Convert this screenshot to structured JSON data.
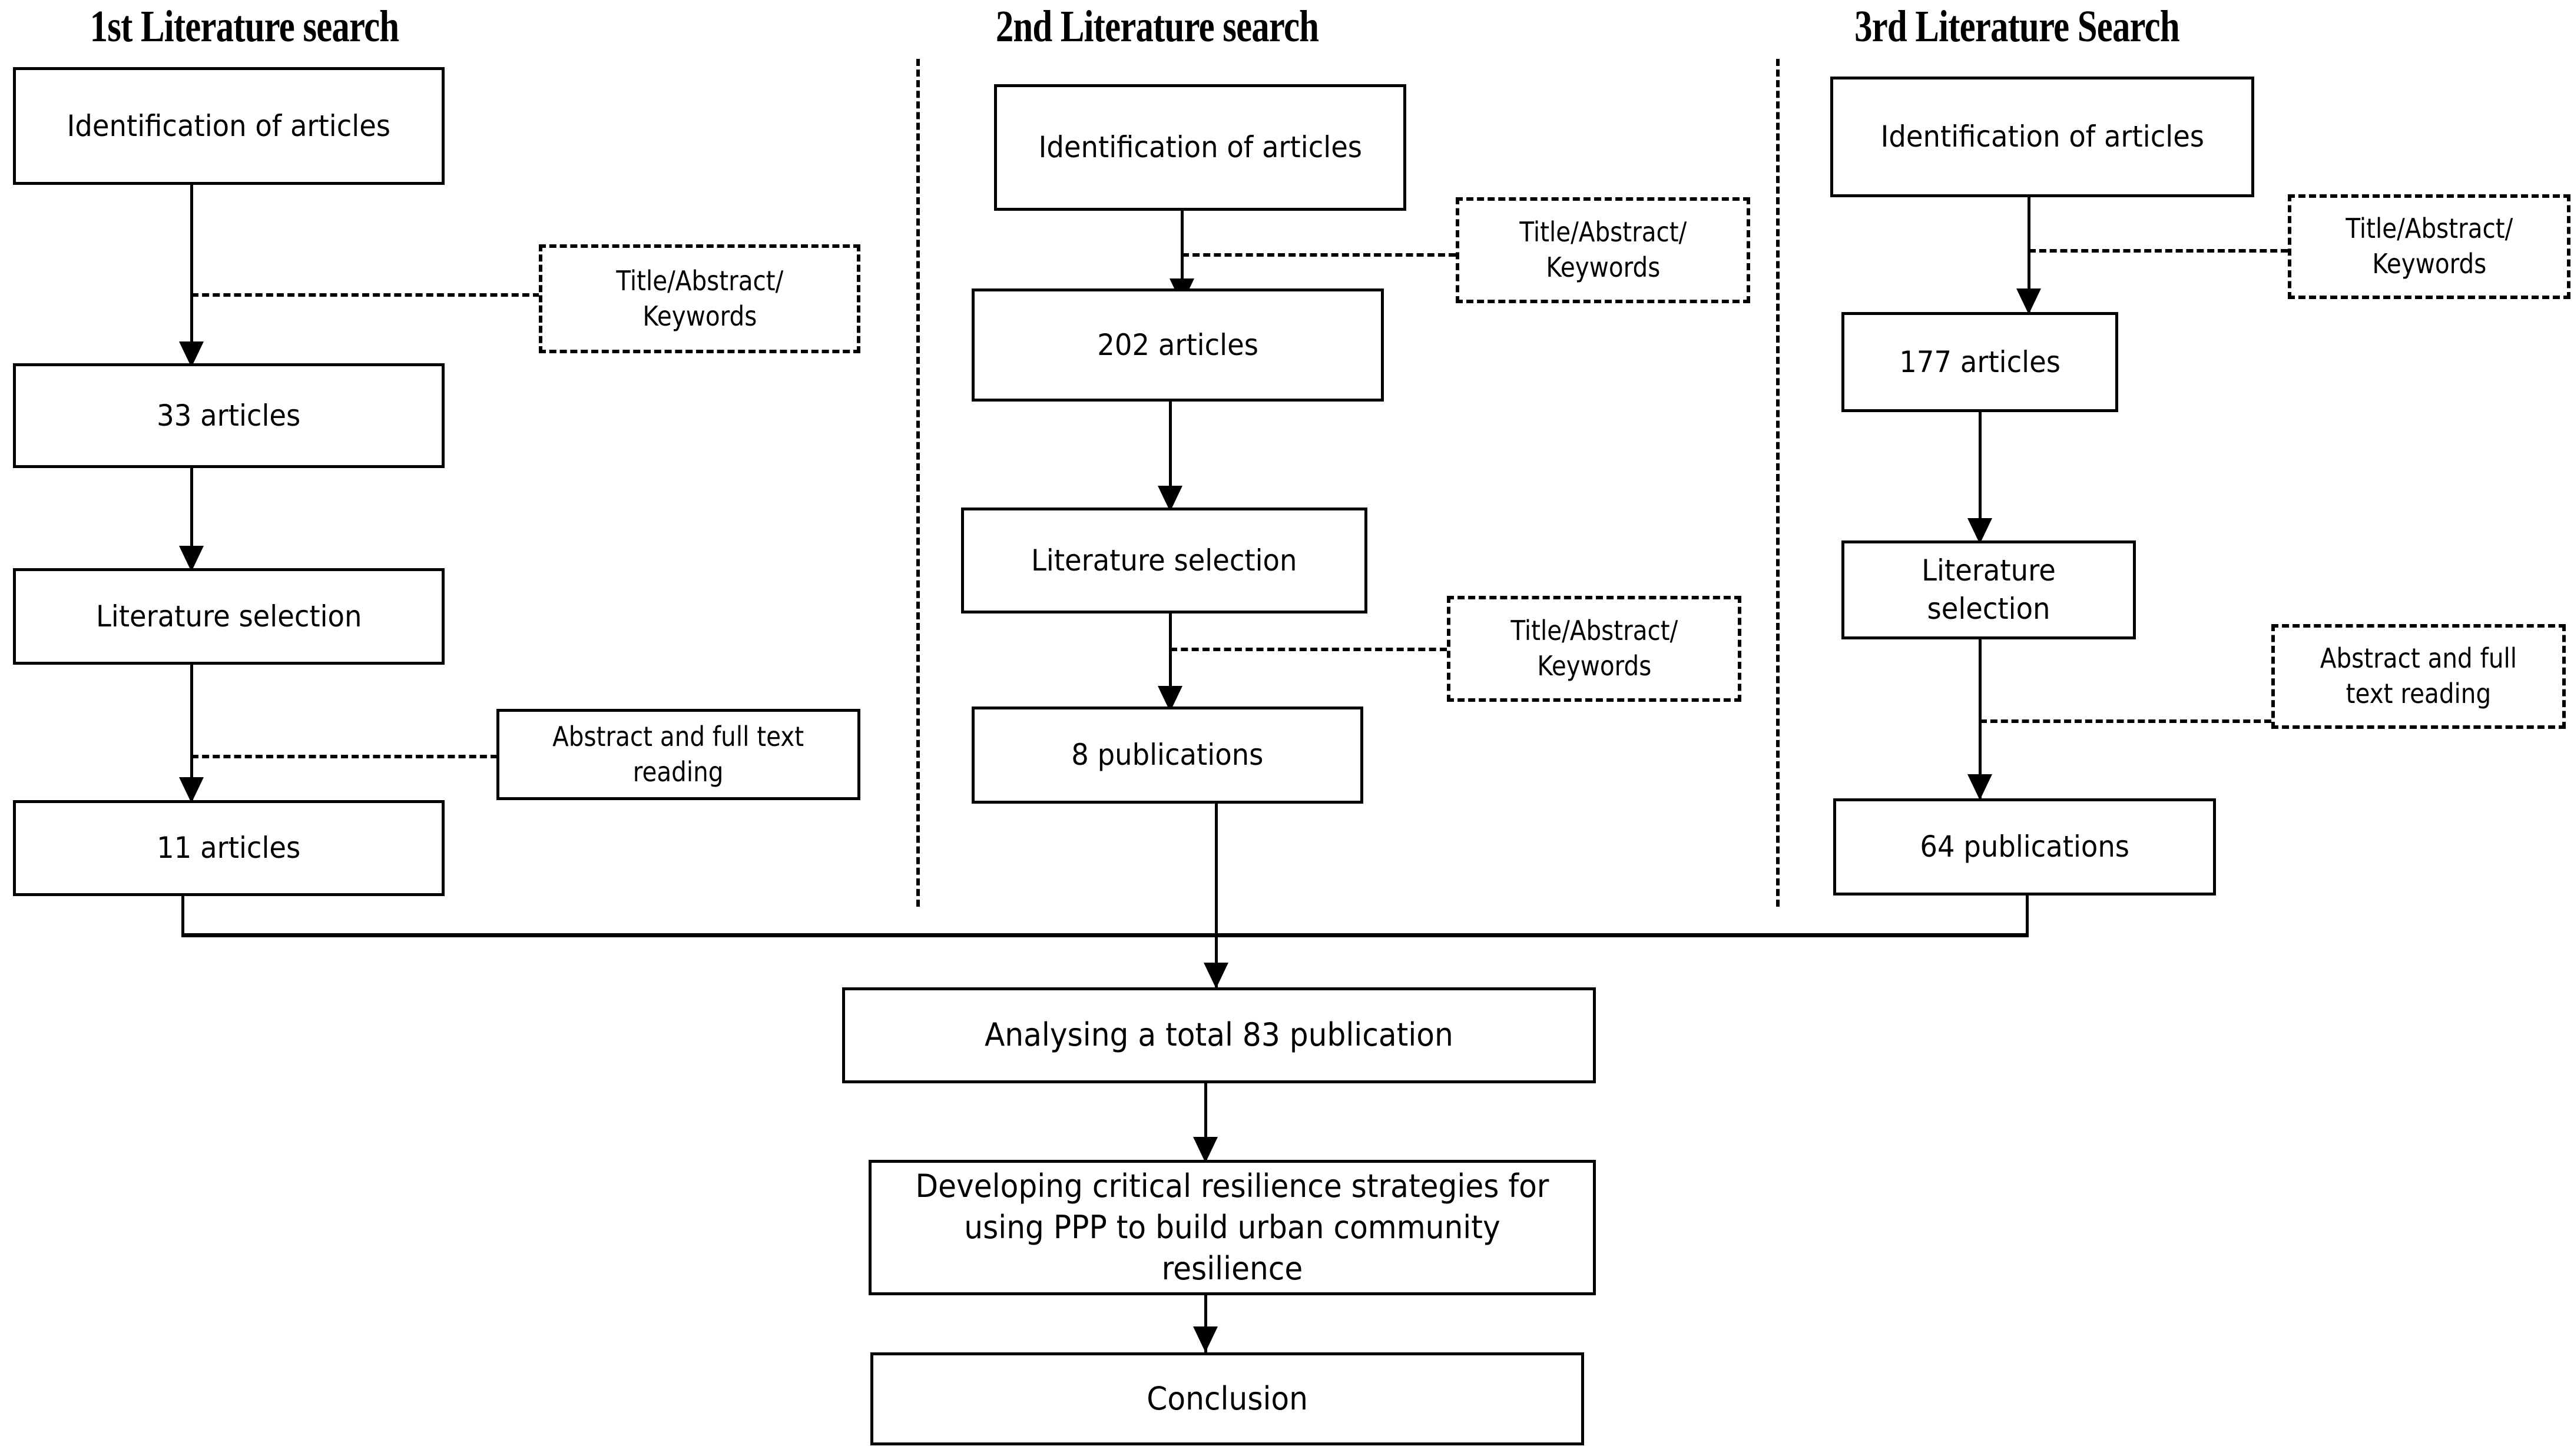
{
  "figure": {
    "type": "flowchart",
    "description": "PRISMA-style literature search flow diagram with three parallel literature searches merging into a combined analysis"
  },
  "columns": [
    {
      "id": "search-1",
      "title": "1st Literature search",
      "nodes": [
        {
          "id": "c1-identification",
          "label": "Identification of articles",
          "style": "solid"
        },
        {
          "id": "c1-articles",
          "label": "33 articles",
          "style": "solid"
        },
        {
          "id": "c1-selection",
          "label": "Literature selection",
          "style": "solid"
        },
        {
          "id": "c1-result",
          "label": "11 articles",
          "style": "solid"
        }
      ],
      "annotations": [
        {
          "id": "c1-criteria-1",
          "label": "Title/Abstract/\nKeywords",
          "style": "dashed"
        },
        {
          "id": "c1-criteria-2",
          "label": "Abstract and full text\nreading",
          "style": "solid"
        }
      ]
    },
    {
      "id": "search-2",
      "title": "2nd Literature search",
      "nodes": [
        {
          "id": "c2-identification",
          "label": "Identification of articles",
          "style": "solid"
        },
        {
          "id": "c2-articles",
          "label": "202 articles",
          "style": "solid"
        },
        {
          "id": "c2-selection",
          "label": "Literature selection",
          "style": "solid"
        },
        {
          "id": "c2-result",
          "label": "8 publications",
          "style": "solid"
        }
      ],
      "annotations": [
        {
          "id": "c2-criteria-1",
          "label": "Title/Abstract/\nKeywords",
          "style": "dashed"
        },
        {
          "id": "c2-criteria-2",
          "label": "Title/Abstract/\nKeywords",
          "style": "dashed"
        }
      ]
    },
    {
      "id": "search-3",
      "title": "3rd Literature Search",
      "nodes": [
        {
          "id": "c3-identification",
          "label": "Identification of articles",
          "style": "solid"
        },
        {
          "id": "c3-articles",
          "label": "177 articles",
          "style": "solid"
        },
        {
          "id": "c3-selection",
          "label": "Literature selection",
          "style": "solid"
        },
        {
          "id": "c3-result",
          "label": "64 publications",
          "style": "solid"
        }
      ],
      "annotations": [
        {
          "id": "c3-criteria-1",
          "label": "Title/Abstract/\nKeywords",
          "style": "dashed"
        },
        {
          "id": "c3-criteria-2",
          "label": "Abstract and full\ntext reading",
          "style": "dashed"
        }
      ]
    }
  ],
  "merged": {
    "nodes": [
      {
        "id": "analysing",
        "label": "Analysing a total 83 publication"
      },
      {
        "id": "developing",
        "label": "Developing critical resilience strategies for\nusing PPP to build urban community\nresilience"
      },
      {
        "id": "conclusion",
        "label": "Conclusion"
      }
    ]
  },
  "colors": {
    "stroke": "#000000",
    "background": "#ffffff",
    "text": "#000000"
  }
}
